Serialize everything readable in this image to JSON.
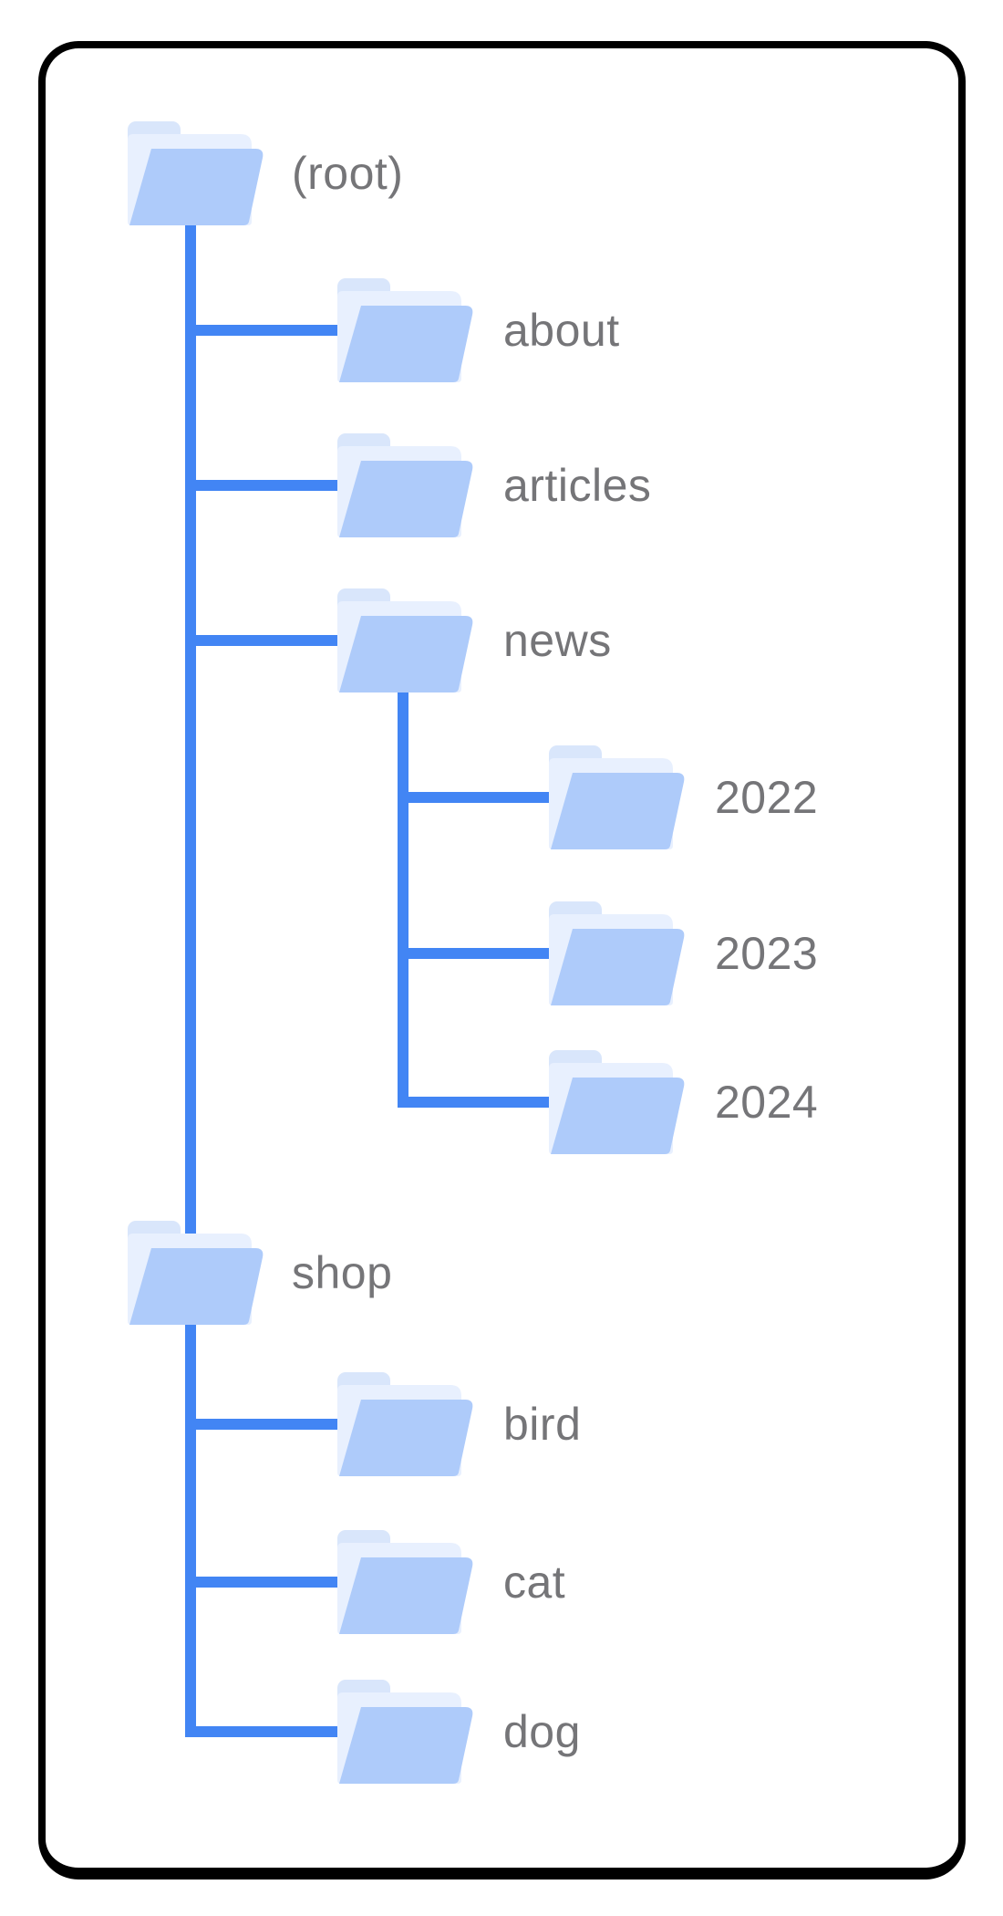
{
  "diagram": {
    "description": "Site folder hierarchy tree",
    "nodes": [
      {
        "label": "(root)",
        "level": 0,
        "parent": null
      },
      {
        "label": "about",
        "level": 1,
        "parent": "(root)"
      },
      {
        "label": "articles",
        "level": 1,
        "parent": "(root)"
      },
      {
        "label": "news",
        "level": 1,
        "parent": "(root)"
      },
      {
        "label": "2022",
        "level": 2,
        "parent": "news"
      },
      {
        "label": "2023",
        "level": 2,
        "parent": "news"
      },
      {
        "label": "2024",
        "level": 2,
        "parent": "news"
      },
      {
        "label": "shop",
        "level": 1,
        "parent": "(root)"
      },
      {
        "label": "bird",
        "level": 2,
        "parent": "shop"
      },
      {
        "label": "cat",
        "level": 2,
        "parent": "shop"
      },
      {
        "label": "dog",
        "level": 2,
        "parent": "shop"
      }
    ],
    "colors": {
      "connector_blue": "#4285F4",
      "folder_tab": "#d9e6fb",
      "folder_sheet": "#e8f0fe",
      "folder_front": "#aecbfa",
      "label_gray": "#757578",
      "card_border": "#000000",
      "background": "#ffffff"
    }
  }
}
